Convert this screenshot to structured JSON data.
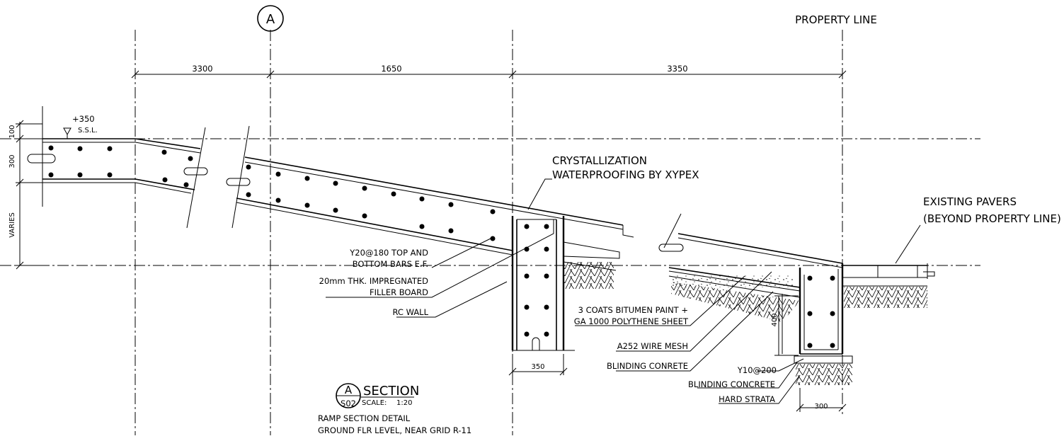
{
  "drawing": {
    "grid_label": "A",
    "property_line": "PROPERTY LINE",
    "dimensions": {
      "top_1": "3300",
      "top_2": "1650",
      "top_3": "3350",
      "left_100": "100",
      "left_300": "300",
      "left_varies": "VARIES",
      "wall_350": "350",
      "footing_400": "400",
      "footing_300": "300"
    },
    "level": {
      "value": "+350",
      "label": "S.S.L."
    },
    "notes": {
      "waterproofing_1": "CRYSTALLIZATION",
      "waterproofing_2": "WATERPROOFING BY XYPEX",
      "pavers_1": "EXISTING PAVERS",
      "pavers_2": "(BEYOND PROPERTY LINE)",
      "bars_1": "Y20@180 TOP AND",
      "bars_2": "BOTTOM BARS E.F.",
      "filler_1": "20mm THK. IMPREGNATED",
      "filler_2": "FILLER BOARD",
      "rc_wall": "RC WALL",
      "bitumen_1": "3 COATS BITUMEN PAINT +",
      "bitumen_2": "GA 1000 POLYTHENE SHEET",
      "mesh": "A252 WIRE MESH",
      "blinding_1": "BLINDING CONRETE",
      "y10": "Y10@200",
      "blinding_2": "BLINDING CONCRETE",
      "hard_strata": "HARD STRATA"
    },
    "title": {
      "bubble_top": "A",
      "bubble_bottom": "S02",
      "section": "SECTION",
      "scale_label": "SCALE:",
      "scale_value": "1:20",
      "line_1": "RAMP SECTION DETAIL",
      "line_2": "GROUND FLR LEVEL, NEAR GRID R-11"
    }
  }
}
